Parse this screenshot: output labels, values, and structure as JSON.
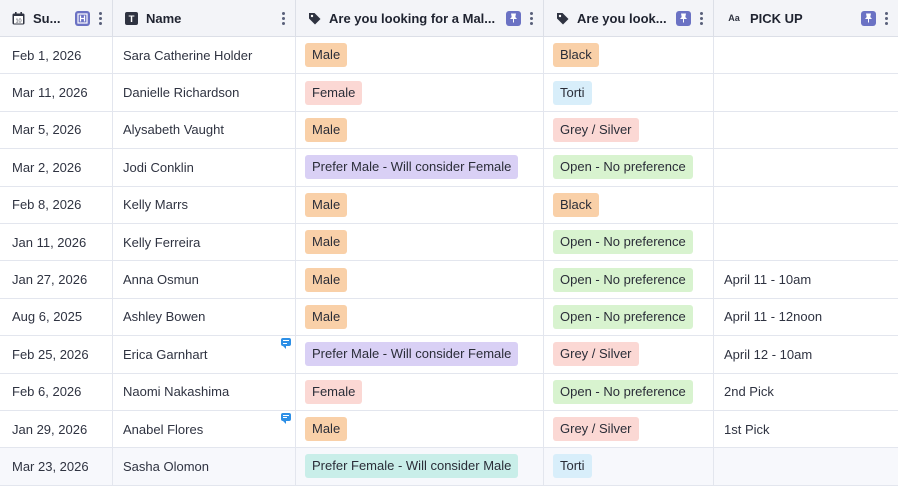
{
  "columns": [
    {
      "label": "Su...",
      "icon": "calendar-icon"
    },
    {
      "label": "Name",
      "icon": "text-type-icon"
    },
    {
      "label": "Are you looking for a Mal...",
      "icon": "tag-icon"
    },
    {
      "label": "Are you look...",
      "icon": "tag-icon"
    },
    {
      "label": "PICK UP",
      "icon": "text-field-icon"
    }
  ],
  "header_icons": {
    "calendar_day": "10",
    "text_type": "T",
    "text_field": "Aa"
  },
  "colors": {
    "male": "#f9d0a8",
    "female": "#fbd8d4",
    "prefer_male": "#d9d0f5",
    "prefer_female": "#c9eee9",
    "black": "#f9d0a8",
    "torti": "#d8eefa",
    "grey_silver": "#fbd8d4",
    "open": "#d8f3cf",
    "pin": "#6b72c4"
  },
  "rows": [
    {
      "date": "Feb 1, 2026",
      "name": "Sara Catherine Holder",
      "gender": "Male",
      "gender_color": "#f9d0a8",
      "color": "Black",
      "color_color": "#f9d0a8",
      "pickup": "",
      "comment": false
    },
    {
      "date": "Mar 11, 2026",
      "name": "Danielle Richardson",
      "gender": "Female",
      "gender_color": "#fbd8d4",
      "color": "Torti",
      "color_color": "#d8eefa",
      "pickup": "",
      "comment": false
    },
    {
      "date": "Mar 5, 2026",
      "name": "Alysabeth Vaught",
      "gender": "Male",
      "gender_color": "#f9d0a8",
      "color": "Grey / Silver",
      "color_color": "#fbd8d4",
      "pickup": "",
      "comment": false
    },
    {
      "date": "Mar 2, 2026",
      "name": "Jodi Conklin",
      "gender": "Prefer Male - Will consider Female",
      "gender_color": "#d9d0f5",
      "color": "Open - No preference",
      "color_color": "#d8f3cf",
      "pickup": "",
      "comment": false
    },
    {
      "date": "Feb 8, 2026",
      "name": "Kelly Marrs",
      "gender": "Male",
      "gender_color": "#f9d0a8",
      "color": "Black",
      "color_color": "#f9d0a8",
      "pickup": "",
      "comment": false
    },
    {
      "date": "Jan 11, 2026",
      "name": "Kelly Ferreira",
      "gender": "Male",
      "gender_color": "#f9d0a8",
      "color": "Open - No preference",
      "color_color": "#d8f3cf",
      "pickup": "",
      "comment": false
    },
    {
      "date": "Jan 27, 2026",
      "name": "Anna Osmun",
      "gender": "Male",
      "gender_color": "#f9d0a8",
      "color": "Open - No preference",
      "color_color": "#d8f3cf",
      "pickup": "April 11 - 10am",
      "comment": false
    },
    {
      "date": "Aug 6, 2025",
      "name": "Ashley Bowen",
      "gender": "Male",
      "gender_color": "#f9d0a8",
      "color": "Open - No preference",
      "color_color": "#d8f3cf",
      "pickup": "April 11 - 12noon",
      "comment": false
    },
    {
      "date": "Feb 25, 2026",
      "name": "Erica Garnhart",
      "gender": "Prefer Male - Will consider Female",
      "gender_color": "#d9d0f5",
      "color": "Grey / Silver",
      "color_color": "#fbd8d4",
      "pickup": "April 12 - 10am",
      "comment": true
    },
    {
      "date": "Feb 6, 2026",
      "name": "Naomi Nakashima",
      "gender": "Female",
      "gender_color": "#fbd8d4",
      "color": "Open - No preference",
      "color_color": "#d8f3cf",
      "pickup": "2nd Pick",
      "comment": false
    },
    {
      "date": "Jan 29, 2026",
      "name": "Anabel Flores",
      "gender": "Male",
      "gender_color": "#f9d0a8",
      "color": "Grey / Silver",
      "color_color": "#fbd8d4",
      "pickup": "1st Pick",
      "comment": true
    },
    {
      "date": "Mar 23, 2026",
      "name": "Sasha Olomon",
      "gender": "Prefer Female - Will consider Male",
      "gender_color": "#c9eee9",
      "color": "Torti",
      "color_color": "#d8eefa",
      "pickup": "",
      "comment": false
    }
  ]
}
